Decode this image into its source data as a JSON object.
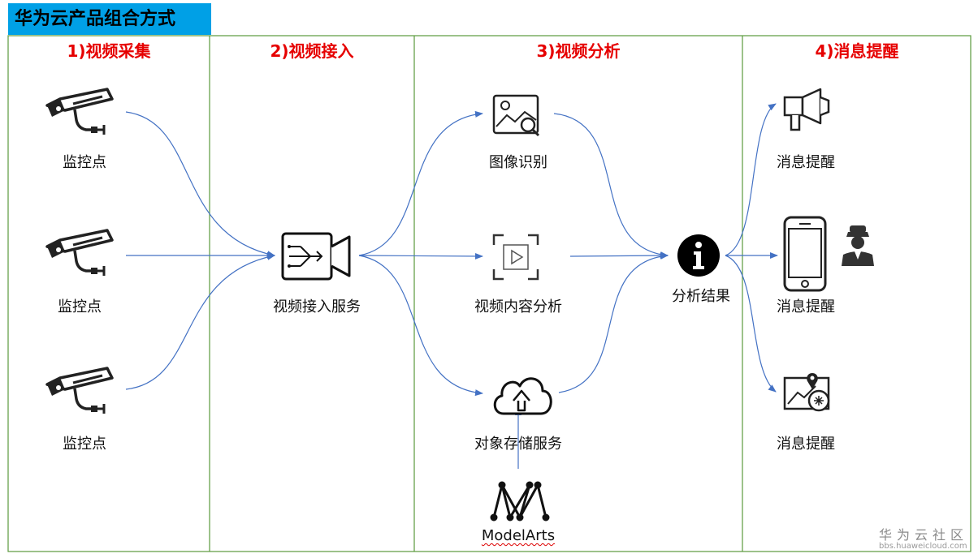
{
  "title": "华为云产品组合方式",
  "steps": [
    "1)视频采集",
    "2)视频接入",
    "3)视频分析",
    "4)消息提醒"
  ],
  "camera_label": "监控点",
  "access_label": "视频接入服务",
  "analysis_labels": {
    "image": "图像识别",
    "video": "视频内容分析",
    "storage": "对象存储服务"
  },
  "modelarts_label": "ModelArts",
  "result_label": "分析结果",
  "message_label": "消息提醒",
  "watermark": {
    "title": "华为云社区",
    "url": "bbs.huaweicloud.com"
  },
  "colors": {
    "title_bg": "#00a0e6",
    "step_text": "#e60000",
    "panel_border": "#5b9a3c",
    "arrow": "#4472c4"
  },
  "icons": [
    "camera-icon",
    "video-access-icon",
    "image-search-icon",
    "video-play-icon",
    "cloud-upload-icon",
    "modelarts-icon",
    "info-icon",
    "megaphone-icon",
    "phone-icon",
    "police-icon",
    "map-alert-icon"
  ]
}
